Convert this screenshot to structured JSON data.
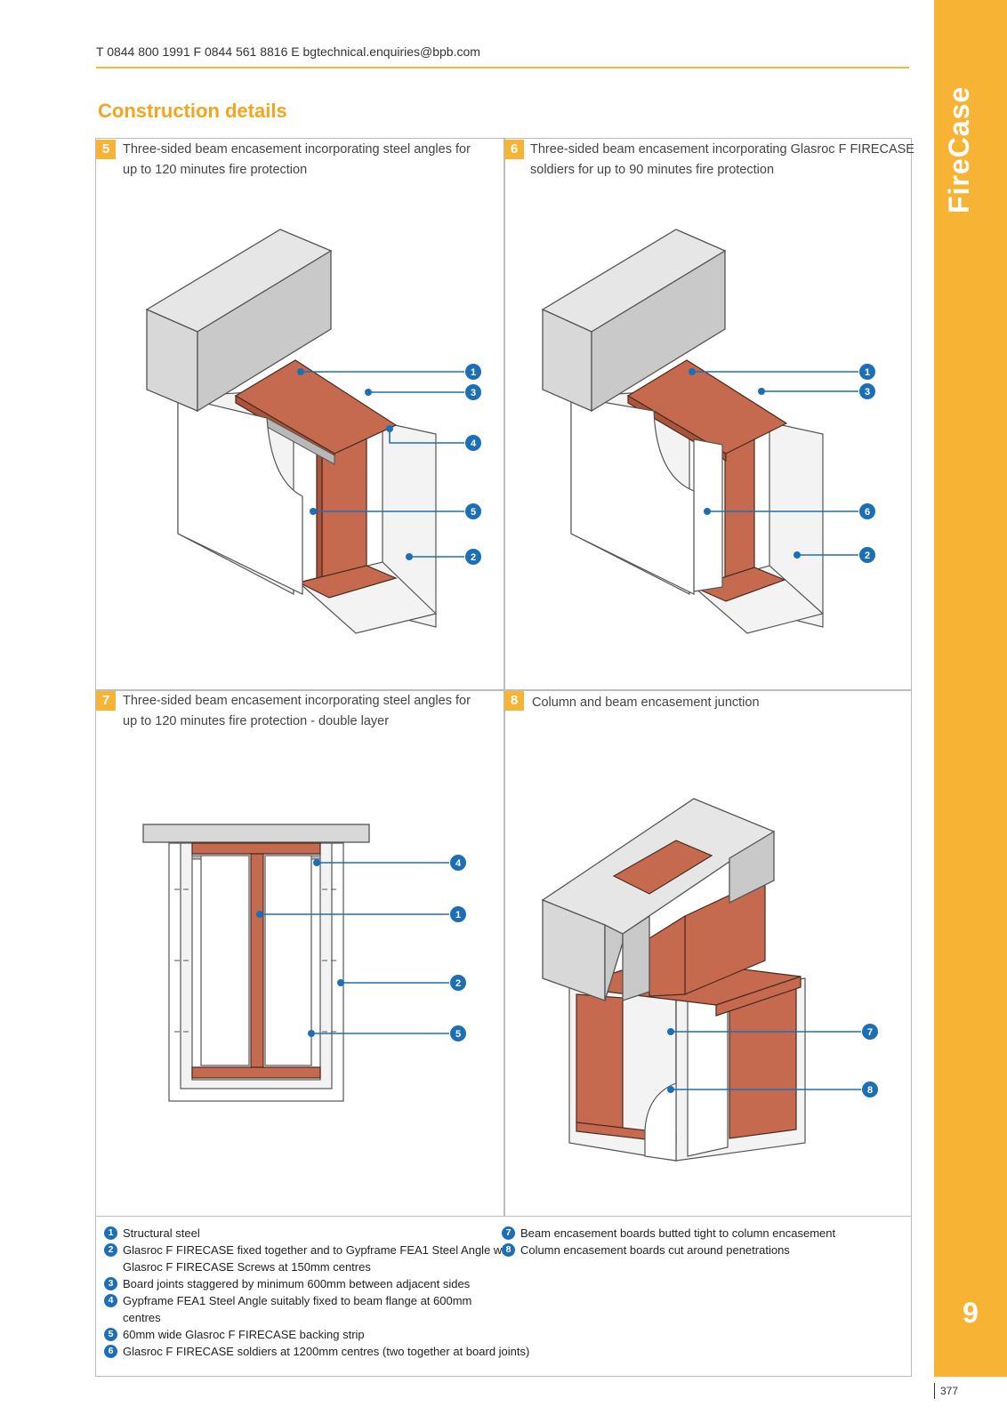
{
  "header": {
    "contact": "T 0844 800 1991  F 0844 561 8816  E bgtechnical.enquiries@bpb.com"
  },
  "section_title": "Construction details",
  "side_tab": {
    "label": "FireCase",
    "number": "9"
  },
  "page_number": "377",
  "panels": [
    {
      "num": "5",
      "line1": "Three-sided beam encasement incorporating steel angles for",
      "line2": "up to 120 minutes fire protection",
      "callouts": [
        "1",
        "3",
        "4",
        "5",
        "2"
      ]
    },
    {
      "num": "6",
      "line1": "Three-sided beam encasement incorporating Glasroc F FIRECASE",
      "line2": "soldiers for up to 90 minutes fire protection",
      "callouts": [
        "1",
        "3",
        "6",
        "2"
      ]
    },
    {
      "num": "7",
      "line1": "Three-sided beam encasement incorporating steel angles for",
      "line2": "up to 120 minutes fire protection - double layer",
      "callouts": [
        "4",
        "1",
        "2",
        "5"
      ]
    },
    {
      "num": "8",
      "line1": "Column and beam encasement junction",
      "line2": "",
      "callouts": [
        "7",
        "8"
      ]
    }
  ],
  "legend": [
    {
      "num": "1",
      "lines": [
        "Structural steel"
      ]
    },
    {
      "num": "2",
      "lines": [
        "Glasroc F FIRECASE fixed together and to Gypframe FEA1 Steel Angle with",
        "Glasroc F FIRECASE Screws at 150mm centres"
      ]
    },
    {
      "num": "3",
      "lines": [
        "Board joints staggered by minimum 600mm between adjacent sides"
      ]
    },
    {
      "num": "4",
      "lines": [
        "Gypframe FEA1 Steel Angle suitably fixed to beam flange at 600mm",
        "centres"
      ]
    },
    {
      "num": "5",
      "lines": [
        "60mm wide Glasroc F FIRECASE backing strip"
      ]
    },
    {
      "num": "6",
      "lines": [
        "Glasroc F FIRECASE soldiers at 1200mm centres (two together at board joints)"
      ]
    },
    {
      "num": "7",
      "lines": [
        "Beam encasement boards butted tight to column encasement"
      ]
    },
    {
      "num": "8",
      "lines": [
        "Column encasement boards cut around penetrations"
      ]
    }
  ],
  "colors": {
    "accent": "#f7b334",
    "callout": "#1d6fb5",
    "steel": "#c4694f",
    "concrete": "#d6d6d6",
    "board": "#f2f2f2"
  }
}
